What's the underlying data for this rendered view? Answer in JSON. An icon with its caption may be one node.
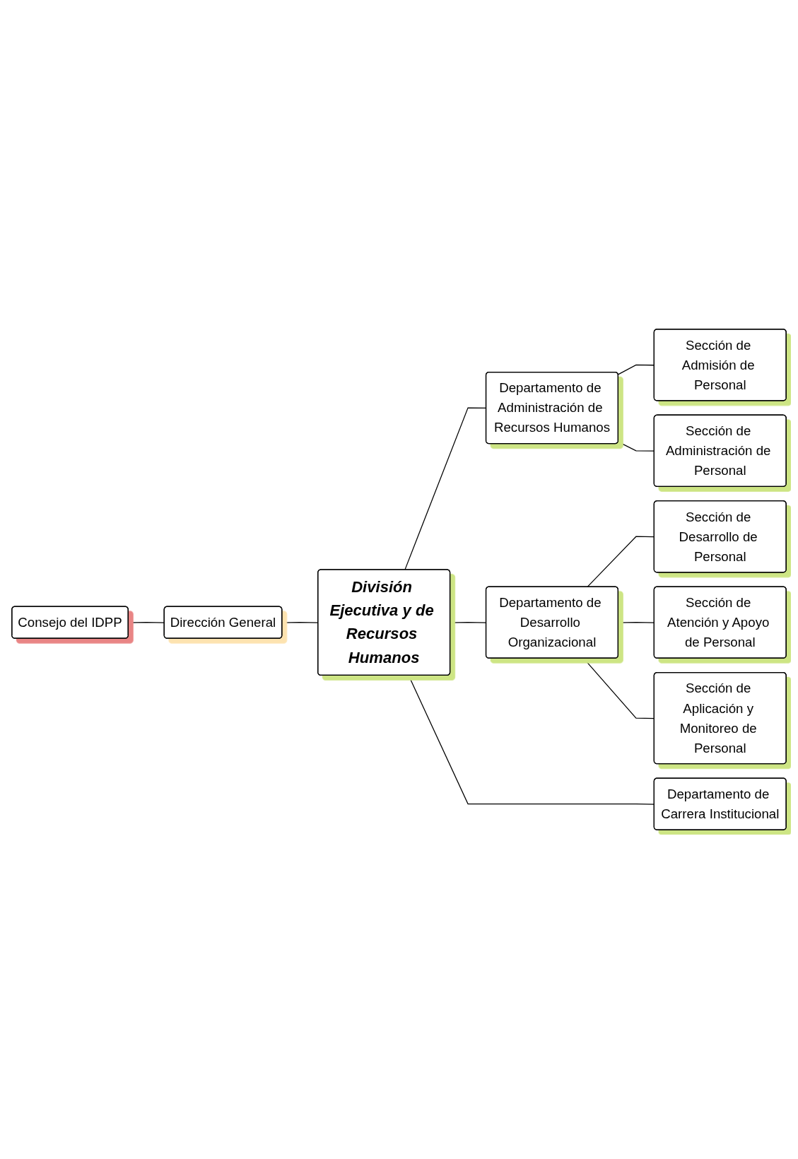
{
  "diagram": {
    "nodes": [
      {
        "text": [
          "Consejo del IDPP"
        ]
      },
      {
        "text": [
          "Dirección General"
        ]
      },
      {
        "text": [
          "División Ejecutiva y de Recursos Humanos"
        ]
      },
      {
        "text": [
          "Departamento de Administración de Recursos Humanos"
        ]
      },
      {
        "text": [
          "Sección de Admisión de Personal"
        ]
      },
      {
        "text": [
          "Sección de Administración de Personal"
        ]
      },
      {
        "text": [
          "Departamento de Desarrollo Organizacional"
        ]
      },
      {
        "text": [
          "Sección de Desarrollo de Personal"
        ]
      },
      {
        "text": [
          "Sección de Atención y Apoyo de Personal"
        ]
      },
      {
        "text": [
          "Sección de Aplicación y Monitoreo de Personal"
        ]
      },
      {
        "text": [
          "Departamento de Carrera Institucional"
        ]
      }
    ],
    "edges": [
      {
        "from": 0,
        "to": 1,
        "arrow": "none"
      },
      {
        "from": 1,
        "to": 2,
        "arrow": "none"
      },
      {
        "from": 2,
        "to": 3,
        "arrow": "none"
      },
      {
        "from": 2,
        "to": 6,
        "arrow": "none"
      },
      {
        "from": 2,
        "to": 10,
        "arrow": "none"
      },
      {
        "from": 3,
        "to": 4,
        "arrow": "none"
      },
      {
        "from": 3,
        "to": 5,
        "arrow": "none"
      },
      {
        "from": 6,
        "to": 7,
        "arrow": "none"
      },
      {
        "from": 6,
        "to": 8,
        "arrow": "none"
      },
      {
        "from": 6,
        "to": 9,
        "arrow": "none"
      }
    ]
  }
}
